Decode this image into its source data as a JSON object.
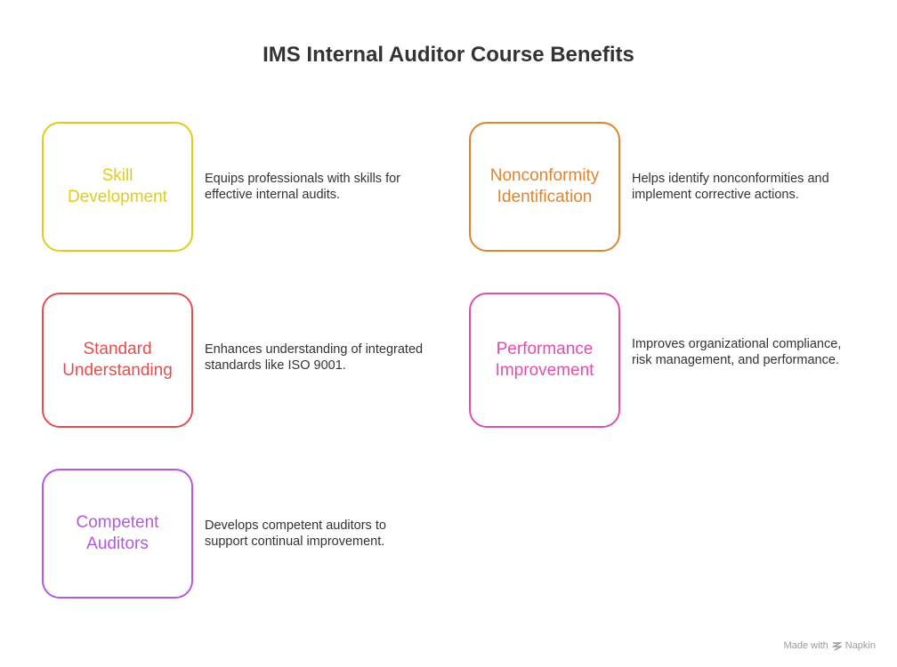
{
  "title": "IMS Internal Auditor Course Benefits",
  "items": [
    {
      "label": "Skill Development",
      "description": "Equips professionals with skills for effective internal audits.",
      "color": "#E2CC1B"
    },
    {
      "label": "Nonconformity Identification",
      "description": "Helps identify nonconformities and implement corrective actions.",
      "color": "#E0852F"
    },
    {
      "label": "Standard Understanding",
      "description": "Enhances understanding of integrated standards like ISO 9001.",
      "color": "#E0504E"
    },
    {
      "label": "Performance Improvement",
      "description": "Improves organizational compliance, risk management, and performance.",
      "color": "#DE4FAE"
    },
    {
      "label": "Competent Auditors",
      "description": "Develops competent auditors to support continual improvement.",
      "color": "#B259E0"
    }
  ],
  "footer": {
    "made_with": "Made with",
    "brand": "Napkin"
  }
}
